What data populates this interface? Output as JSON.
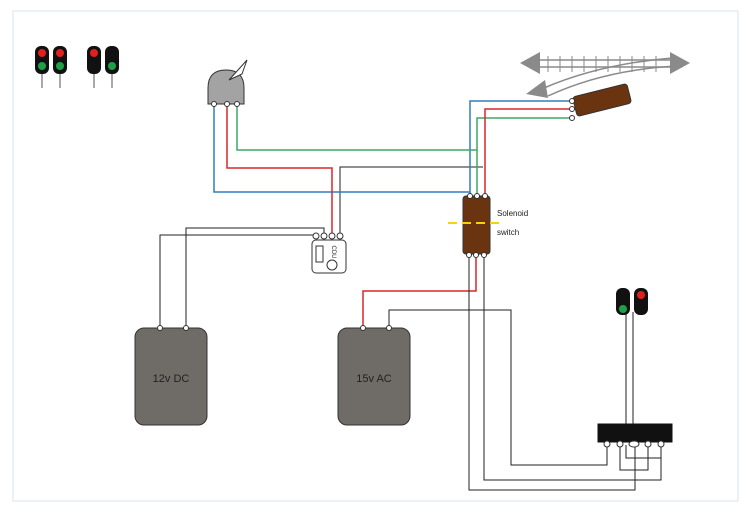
{
  "diagram": {
    "labels": {
      "psu_dc": "12v DC",
      "psu_ac": "15v AC",
      "cdu": "CDU",
      "solenoid_line1": "Solenoid",
      "solenoid_line2": "switch"
    },
    "colors": {
      "wire_red": "#d9262b",
      "wire_blue": "#2f7fc1",
      "wire_green": "#3da86a",
      "wire_black": "#222222",
      "box_fill": "#6f6b66",
      "motor_fill": "#6b3410",
      "servo_fill": "#a3a3a3",
      "frame_border": "#d6e6ef",
      "lamp_red": "#e0201f",
      "lamp_green": "#1fa048",
      "dashed_marker": "#f5d20a"
    }
  }
}
